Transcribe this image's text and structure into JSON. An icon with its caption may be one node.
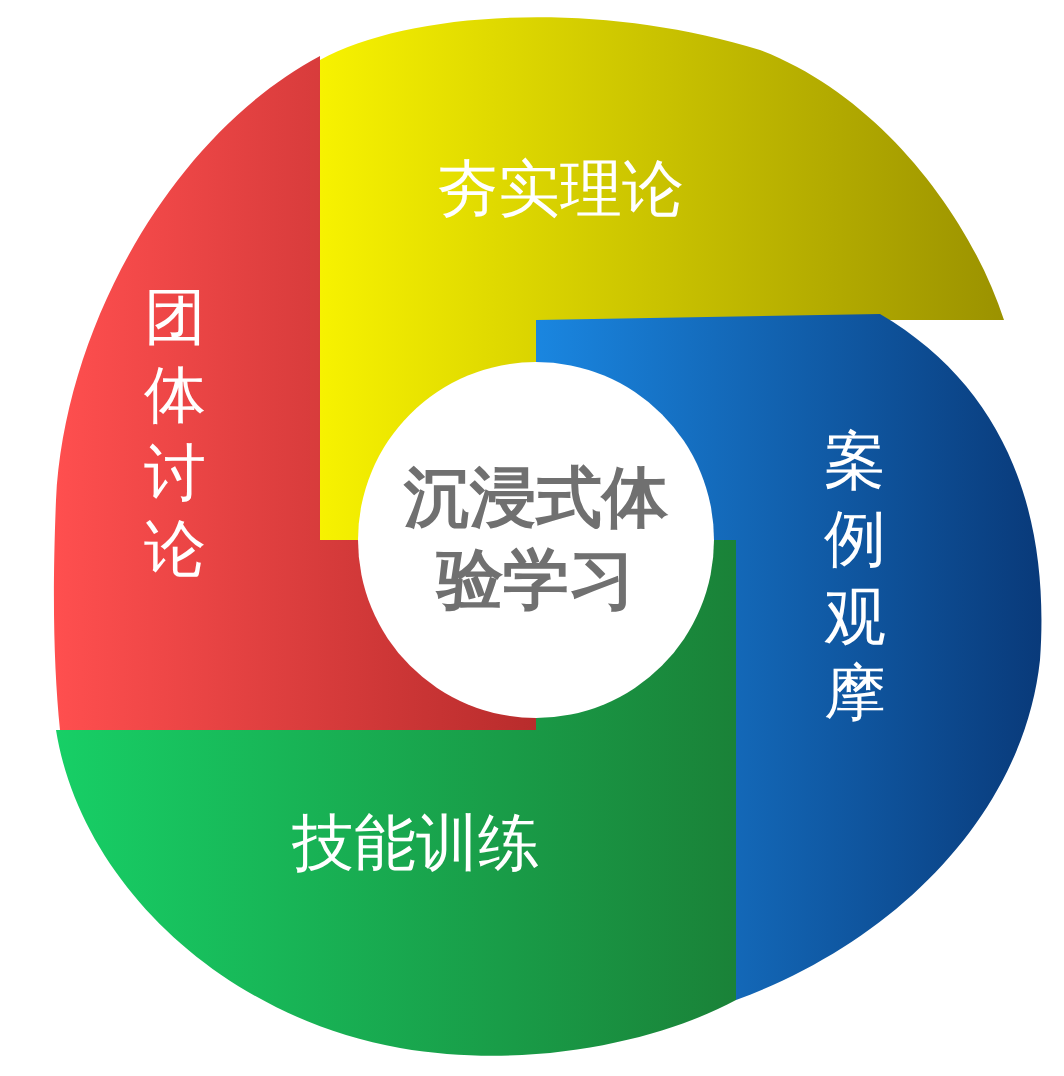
{
  "diagram": {
    "nodes": [
      {
        "text": [
          "沉浸式体验学习"
        ]
      },
      {
        "text": [
          "夯实理论"
        ]
      },
      {
        "text": [
          "案例观摩"
        ]
      },
      {
        "text": [
          "技能训练"
        ]
      },
      {
        "text": [
          "团体讨论"
        ]
      }
    ]
  }
}
